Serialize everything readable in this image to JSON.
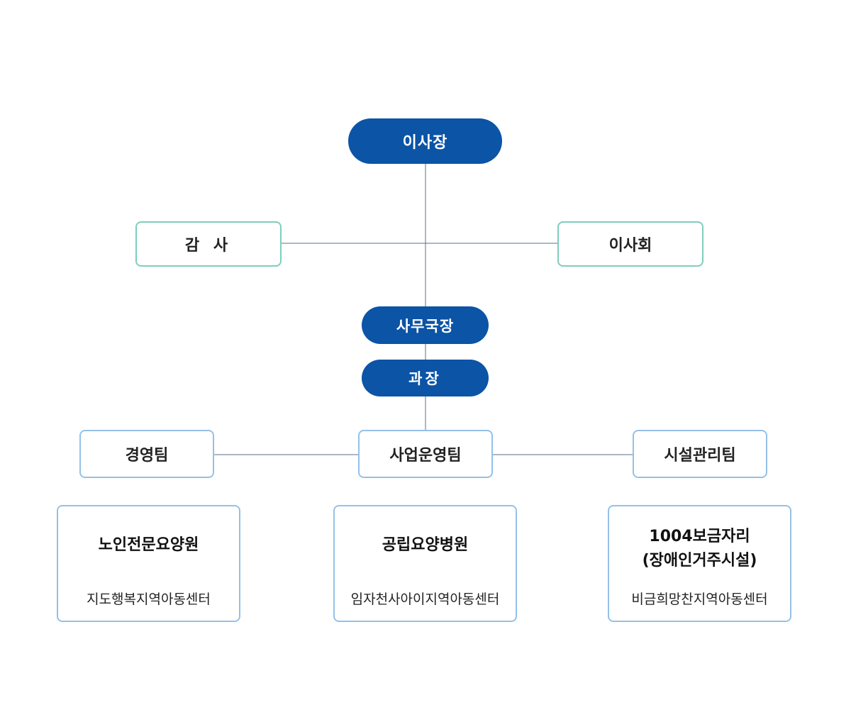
{
  "chart": {
    "chairman": "이사장",
    "auditor": "감 사",
    "board": "이사회",
    "secretary_general": "사무국장",
    "section_chief": "과장",
    "teams": {
      "management": "경영팀",
      "operations": "사업운영팀",
      "facilities": "시설관리팀"
    },
    "units": [
      {
        "name_line1": "노인전문요양원",
        "name_line2": "",
        "sub": "지도행복지역아동센터"
      },
      {
        "name_line1": "공립요양병원",
        "name_line2": "",
        "sub": "임자천사아이지역아동센터"
      },
      {
        "name_line1": "1004보금자리",
        "name_line2": "(장애인거주시설)",
        "sub": "비금희망찬지역아동센터"
      }
    ]
  },
  "colors": {
    "pill_fill": "#0b54a6",
    "green_border": "#7fcdbb",
    "blue_border": "#94c1e8",
    "connector": "#5b6f8c"
  }
}
